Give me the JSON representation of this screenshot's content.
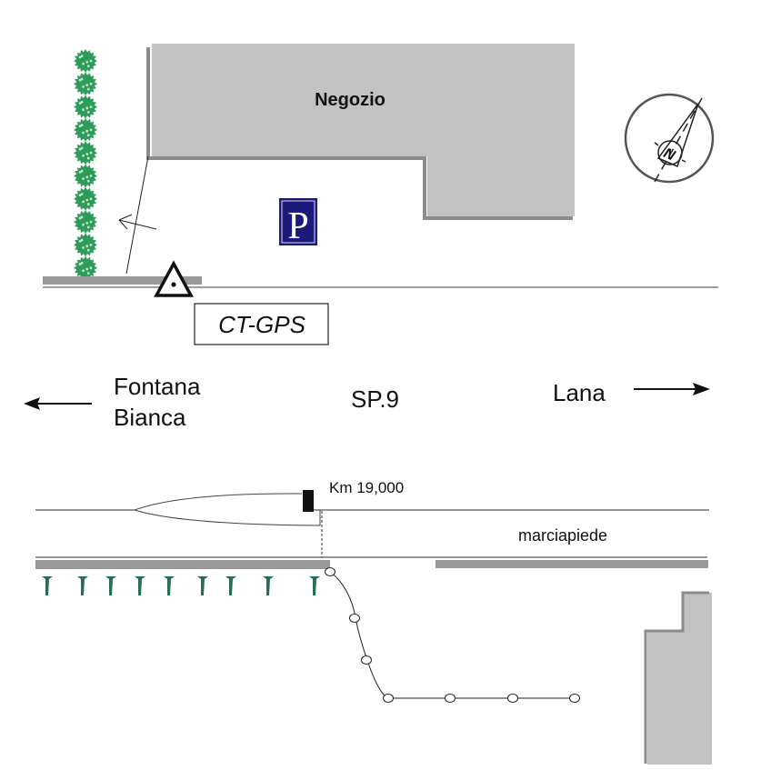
{
  "building": {
    "label": "Negozio"
  },
  "parking": {
    "symbol": "P"
  },
  "benchmark": {
    "label": "CT-GPS"
  },
  "road": {
    "name": "SP.9"
  },
  "directions": {
    "left": {
      "line1": "Fontana",
      "line2": "Bianca"
    },
    "right": {
      "label": "Lana"
    }
  },
  "milestone": {
    "label": "Km 19,000"
  },
  "sidewalk": {
    "label": "marciapiede"
  },
  "compass": {
    "letter": "N"
  },
  "colors": {
    "building": "#c0c0c0",
    "building_edge": "#8c8c8c",
    "curb": "#999999",
    "hedge": "#2e9b5a",
    "tree": "#2c6b58",
    "parking_bg": "#1c1a7a"
  }
}
